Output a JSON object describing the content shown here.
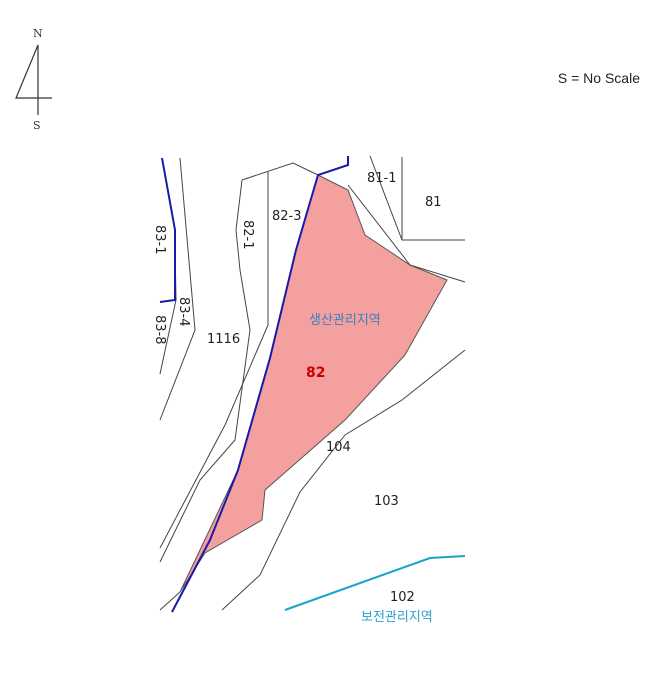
{
  "compass": {
    "north": "N",
    "south": "S",
    "glyph": "4"
  },
  "scale_note": "S = No Scale",
  "parcels": {
    "p82": "82",
    "p82_1": "82-1",
    "p82_3": "82-3",
    "p81": "81",
    "p81_1": "81-1",
    "p83_1": "83-1",
    "p83_4": "83-4",
    "p83_8": "83-8",
    "p1116": "1116",
    "p104": "104",
    "p103": "103",
    "p102": "102"
  },
  "zones": {
    "production": "생산관리지역",
    "conservation": "보전관리지역"
  },
  "colors": {
    "highlight_fill": "#f4a09e",
    "highlight_label": "#cc0000",
    "boundary_blue": "#1a1aaa",
    "boundary_cyan": "#1aa3c8",
    "production_zone_text": "#3a7fc0",
    "conservation_zone_text": "#2a9fd0",
    "parcel_line": "#444444"
  }
}
